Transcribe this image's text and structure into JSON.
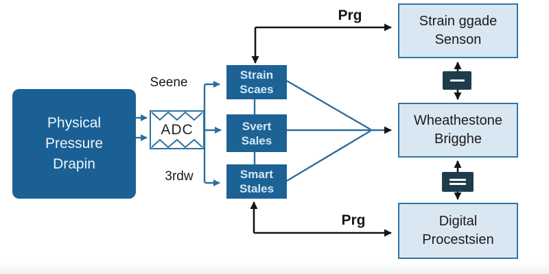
{
  "diagram": {
    "title": "pressure sensing block diagram",
    "nodes": {
      "physical": {
        "line1": "Physical",
        "line2": "Pressure",
        "line3": "Drapin"
      },
      "adc": {
        "label": "ADC"
      },
      "strain_scaes": {
        "line1": "Strain",
        "line2": "Scaes"
      },
      "svert_sales": {
        "line1": "Svert",
        "line2": "Sales"
      },
      "smart_stales": {
        "line1": "Smart",
        "line2": "Stales"
      },
      "strain_gauge_sensor": {
        "line1": "Strain ggade",
        "line2": "Senson"
      },
      "wheatstone_bridge": {
        "line1": "Wheathestone",
        "line2": "Brigghe"
      },
      "digital_processing": {
        "line1": "Digital",
        "line2": "Procestsien"
      }
    },
    "edge_labels": {
      "seene": "Seene",
      "threerdw": "3rdw",
      "prg_top": "Prg",
      "prg_bottom": "Prg"
    },
    "icons": {
      "connector_top": "minus-icon",
      "connector_bottom": "equals-icon"
    },
    "colors": {
      "dark_node_fill": "#1b6094",
      "mid_node_fill": "#1d6295",
      "light_node_fill": "#d9e7f3",
      "light_node_border": "#2e75a6",
      "wire_blue": "#2c6d9c",
      "wire_black": "#141414",
      "chip_fill": "#1e3d4c",
      "light_text": "#ecf5fb",
      "mid_text": "#d3e9f7",
      "dark_text": "#1b1b1b",
      "background": "#ffffff"
    }
  }
}
